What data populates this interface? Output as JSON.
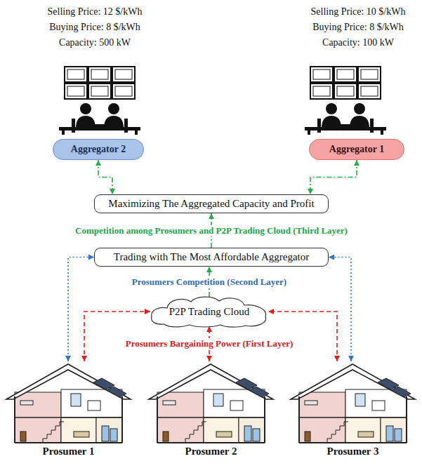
{
  "diagram": {
    "nodes": [
      {
        "text": [
          "Aggregator 2"
        ]
      },
      {
        "text": [
          "Aggregator 1"
        ]
      },
      {
        "text": [
          "Maximizing The Aggregated Capacity and Profit"
        ]
      },
      {
        "text": [
          "Trading with The Most Affordable Aggregator"
        ]
      },
      {
        "text": [
          "P2P Trading Cloud"
        ]
      },
      {
        "text": [
          "Prosumer 1"
        ]
      },
      {
        "text": [
          "Prosumer 2"
        ]
      },
      {
        "text": [
          "Prosumer 3"
        ]
      }
    ],
    "edges": [
      {
        "from": 0,
        "to": 2,
        "arrow": "both"
      },
      {
        "from": 1,
        "to": 2,
        "arrow": "both"
      },
      {
        "from": 3,
        "to": 2,
        "arrow": "to",
        "label": "Competition among Prosumers and P2P Trading Cloud (Third Layer)"
      },
      {
        "from": 4,
        "to": 3,
        "arrow": "to",
        "label": "Prosumers Competition (Second Layer)"
      },
      {
        "from": 5,
        "to": 4,
        "arrow": "both"
      },
      {
        "from": 6,
        "to": 4,
        "arrow": "both",
        "label": "Prosumers Bargaining Power (First Layer)"
      },
      {
        "from": 7,
        "to": 4,
        "arrow": "both"
      },
      {
        "from": 5,
        "to": 3,
        "arrow": "both"
      },
      {
        "from": 7,
        "to": 3,
        "arrow": "both"
      }
    ],
    "labels": [
      "Selling Price: 12 $/kWh",
      "Buying Price: 8 $/kWh",
      "Capacity: 500 kW",
      "Selling Price: 10 $/kWh",
      "Buying Price: 8 $/kWh",
      "Capacity: 100 kW"
    ]
  }
}
